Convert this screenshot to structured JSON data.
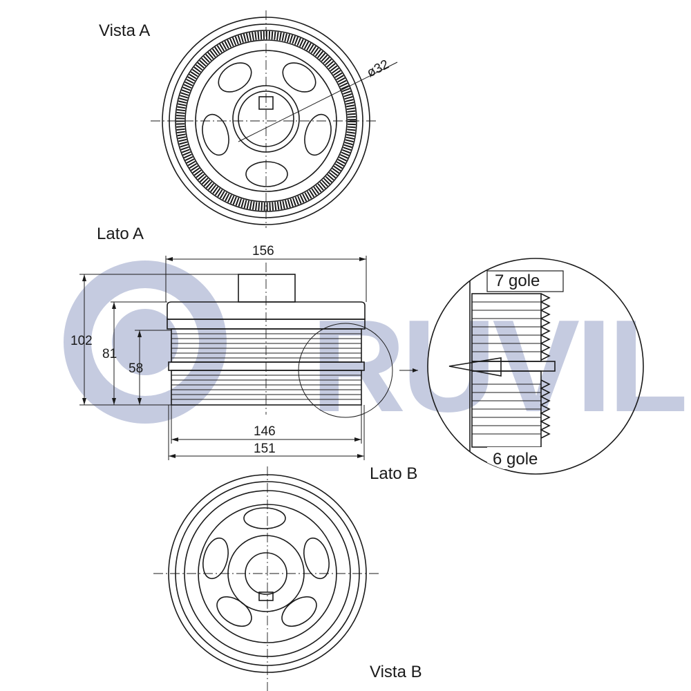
{
  "logo": {
    "text": "RUVILLE",
    "color": "#c5cbe0"
  },
  "views": {
    "vista_a": "Vista A",
    "lato_a": "Lato A",
    "lato_b": "Lato B",
    "vista_b": "Vista B"
  },
  "dimensions": {
    "diameter": "ø32",
    "width_top": "156",
    "height_total": "102",
    "height_mid": "81",
    "height_belt": "58",
    "width_belt": "146",
    "width_bottom": "151"
  },
  "detail": {
    "grooves_top": "7 gole",
    "grooves_bottom": "6 gole"
  },
  "colors": {
    "line": "#1a1a1a",
    "background": "#ffffff"
  }
}
